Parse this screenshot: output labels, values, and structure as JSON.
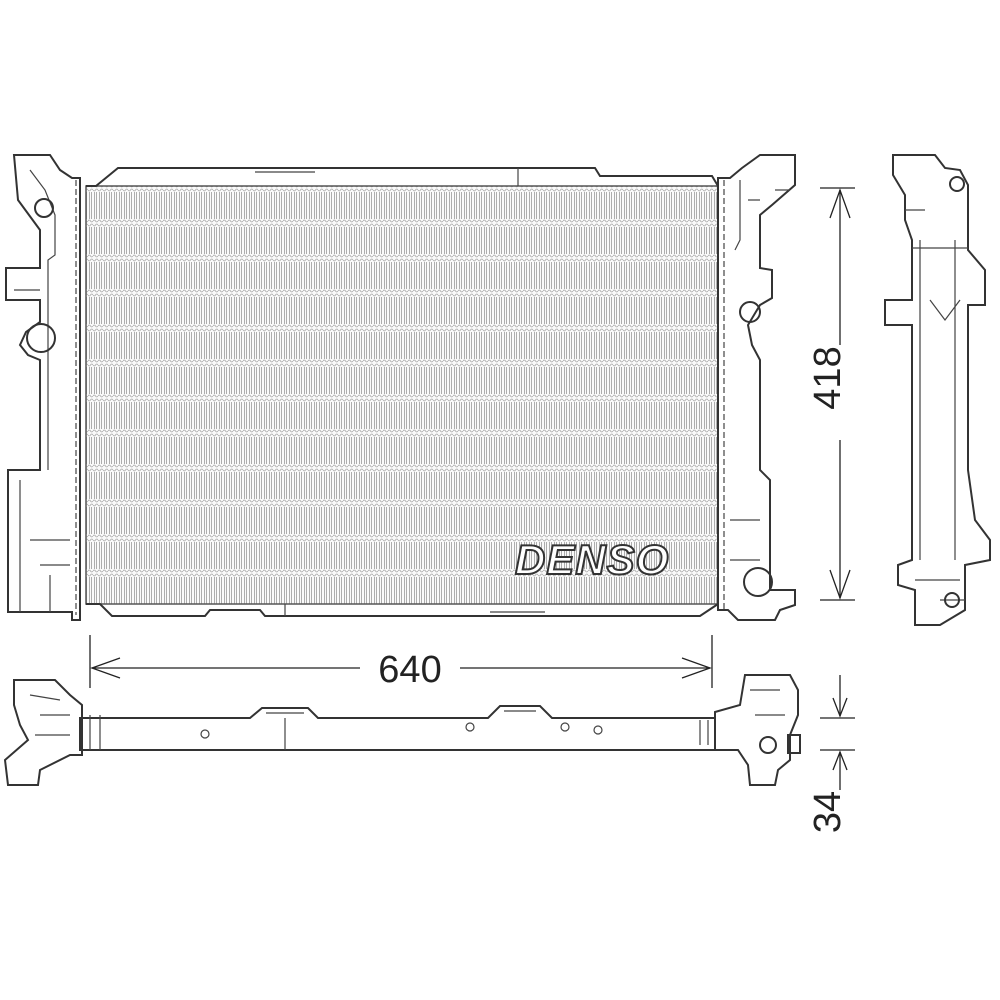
{
  "drawing": {
    "brand_logo": "DENSO",
    "dimensions": {
      "width": "640",
      "height": "418",
      "depth": "34"
    },
    "views": [
      "front-view",
      "side-view",
      "top-view"
    ]
  }
}
